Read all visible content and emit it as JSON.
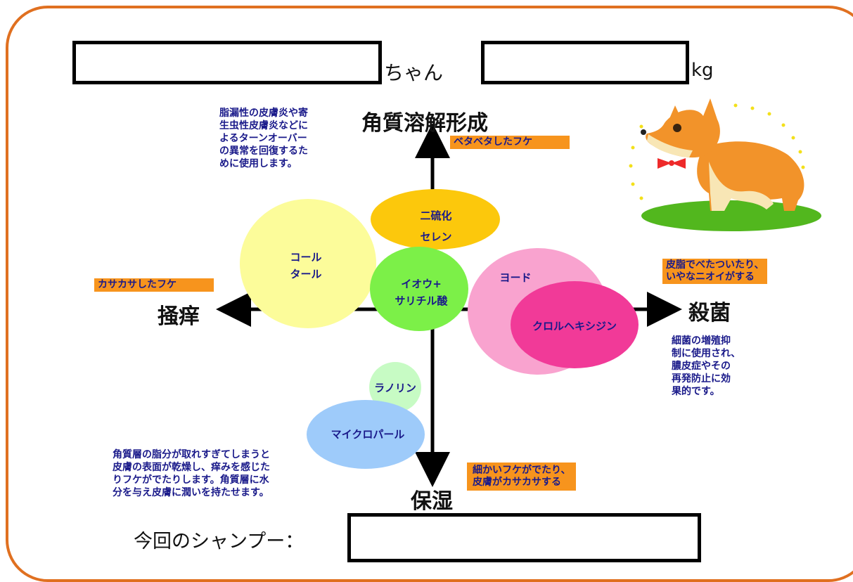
{
  "header": {
    "name_suffix": "ちゃん",
    "name_value": "",
    "weight_unit": "kg",
    "weight_value": ""
  },
  "axes": {
    "top": "角質溶解形成",
    "bottom": "保湿",
    "left": "掻痒",
    "right": "殺菌"
  },
  "tags": {
    "top": "ベタベタしたフケ",
    "left": "カサカサしたフケ",
    "right": "皮脂でべたついたり、\nいやなニオイがする",
    "bottom": "細かいフケがでたり、\n皮膚がカサカサする"
  },
  "notes": {
    "top_left": "脂漏性の皮膚炎や寄\n生虫性皮膚炎などに\nよるターンオーバー\nの異常を回復するた\nめに使用します。",
    "right": "細菌の増殖抑\n制に使用され、\n膿皮症やその\n再発防止に効\n果的です。",
    "bottom_left": "角質層の脂分が取れすぎてしまうと\n皮膚の表面が乾燥し、痒みを感じた\nりフケがでたりします。角質層に水\n分を与え皮膚に潤いを持たせます。"
  },
  "ingredients": {
    "selenium": "二硫化\nセレン",
    "coal_tar": "コール\nタール",
    "sulfur": "イオウ+\nサリチル酸",
    "iodine": "ヨード",
    "chlorhexidine": "クロルヘキシジン",
    "lanolin": "ラノリン",
    "micropearl": "マイクロパール"
  },
  "footer": {
    "shampoo_label": "今回のシャンプー：",
    "shampoo_value": ""
  },
  "colors": {
    "frame": "#e07020",
    "tag": "#f7941d",
    "text_blue": "#1a1a8a"
  }
}
